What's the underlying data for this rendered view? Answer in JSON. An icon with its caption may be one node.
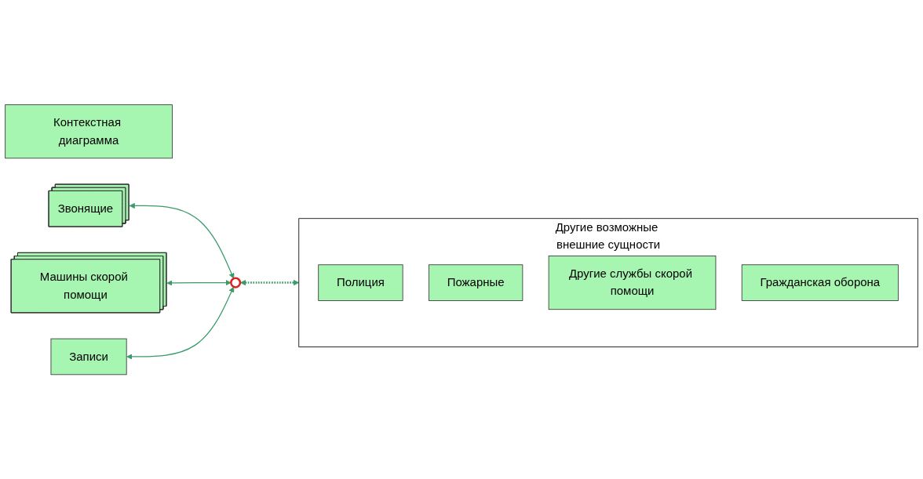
{
  "diagram": {
    "nodes": [
      {
        "text": [
          "Контекстная диаграмма"
        ]
      },
      {
        "text": [
          "Звонящие"
        ]
      },
      {
        "text": [],
        "shape": "circle"
      },
      {
        "text": [
          "Другие возможные внешние сущности"
        ]
      },
      {
        "text": [
          "Полиция"
        ],
        "in": 3
      },
      {
        "text": [
          "Пожарные"
        ],
        "in": 3
      },
      {
        "text": [
          "Другие службы скорой помощи"
        ],
        "in": 3
      },
      {
        "text": [
          "Гражданская оборона"
        ],
        "in": 3
      },
      {
        "text": [
          "Машины скорой помощи"
        ]
      },
      {
        "text": [
          "Записи"
        ]
      }
    ],
    "edges": [
      {
        "from": 1,
        "to": 2,
        "arrow": "both"
      },
      {
        "from": 2,
        "to": 3,
        "arrow": "both",
        "style": "dashed"
      },
      {
        "from": 8,
        "to": 2,
        "arrow": "both"
      },
      {
        "from": 9,
        "to": 2,
        "arrow": "both"
      }
    ]
  }
}
